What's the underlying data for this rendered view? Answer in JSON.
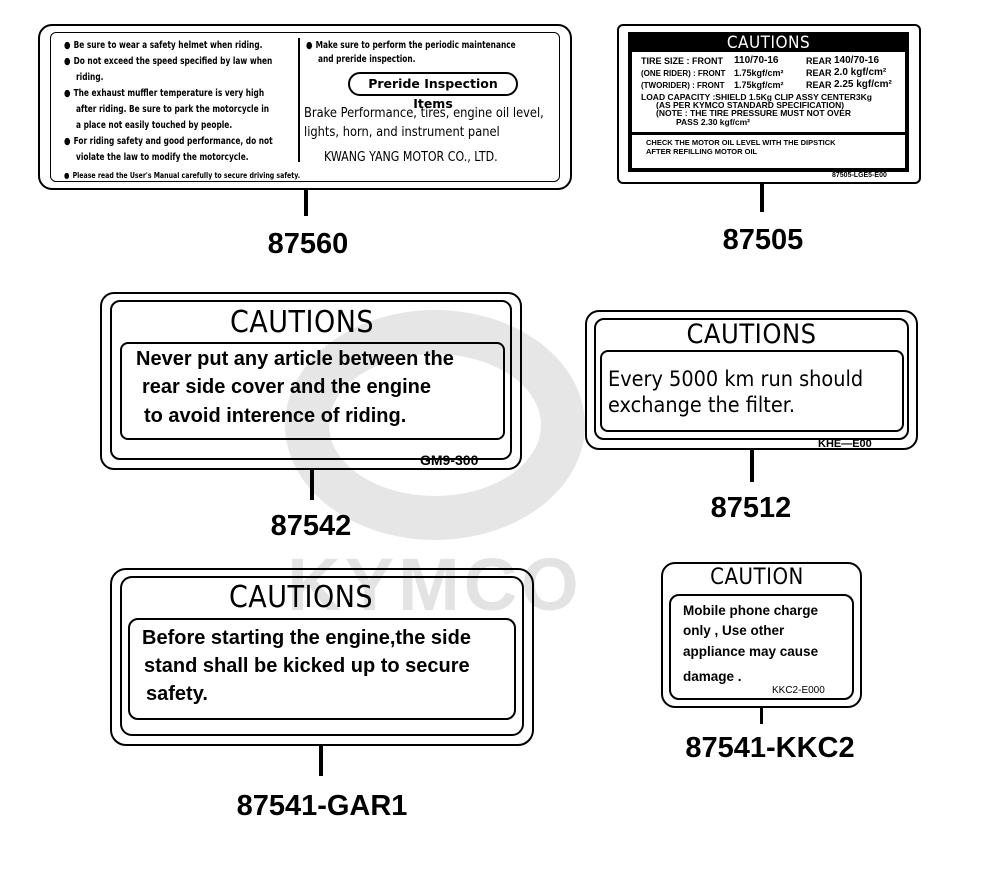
{
  "watermark": {
    "text": "KYMCO"
  },
  "labels": {
    "l87560": {
      "part_number": "87560",
      "left_items": [
        [
          "Be sure to wear a safety helmet when riding."
        ],
        [
          "Do not exceed  the speed specified by law when",
          "riding."
        ],
        [
          "The exhaust muffler temperature is very high",
          "after riding. Be sure to park the motorcycle in",
          "a place not easily touched by people."
        ],
        [
          "For riding safety and good performance, do not",
          "violate the law to modify the motorcycle."
        ]
      ],
      "footer": "Please read the User's Manual carefully to secure driving safety.",
      "right_bullet": [
        "Make sure to perform the periodic maintenance",
        "and preride inspection."
      ],
      "pill": "Preride Inspection Items",
      "right_lines": [
        "Brake Performance, tires, engine oil level,",
        "lights, horn, and instrument panel"
      ],
      "company": "KWANG YANG MOTOR CO., LTD."
    },
    "l87505": {
      "part_number": "87505",
      "title": "CAUTIONS",
      "row1": {
        "label": "TIRE SIZE : FRONT",
        "front": "110/70-16",
        "rear_label": "REAR",
        "rear": "140/70-16"
      },
      "row2": {
        "label": "(ONE RIDER) : FRONT",
        "front": "1.75kgf/cm²",
        "rear_label": "REAR",
        "rear": "2.0  kgf/cm²"
      },
      "row3": {
        "label": "(TWORIDER) : FRONT",
        "front": "1.75kgf/cm²",
        "rear_label": "REAR",
        "rear": "2.25 kgf/cm²"
      },
      "load_lines": [
        "LOAD CAPACITY :SHIELD 1.5Kg  CLIP ASSY CENTER3Kg",
        "(AS PER KYMCO STANDARD SPECIFICATION)",
        "(NOTE : THE TIRE PRESSURE MUST NOT OVER",
        "PASS 2.30 kgf/cm²"
      ],
      "oil_lines": [
        "CHECK THE MOTOR OIL LEVEL WITH THE DIPSTICK",
        "AFTER REFILLING MOTOR OIL"
      ],
      "code": "87505-LGE5-E00"
    },
    "l87542": {
      "part_number": "87542",
      "title": "CAUTIONS",
      "lines": [
        "Never put any article between the",
        "rear side cover and the engine",
        "to avoid interence of riding."
      ],
      "code": "GM9-300"
    },
    "l87512": {
      "part_number": "87512",
      "title": "CAUTIONS",
      "lines": [
        "Every 5000 km run should",
        "exchange the filter."
      ],
      "code": "KHE—E00"
    },
    "l87541gar1": {
      "part_number": "87541-GAR1",
      "title": "CAUTIONS",
      "lines": [
        "Before starting the engine,the side",
        "stand shall be kicked up to secure",
        "safety."
      ]
    },
    "l87541kkc2": {
      "part_number": "87541-KKC2",
      "title": "CAUTION",
      "lines": [
        "Mobile phone charge",
        "only ,  Use other",
        "appliance may cause",
        "damage  ."
      ],
      "code": "KKC2-E000"
    }
  }
}
